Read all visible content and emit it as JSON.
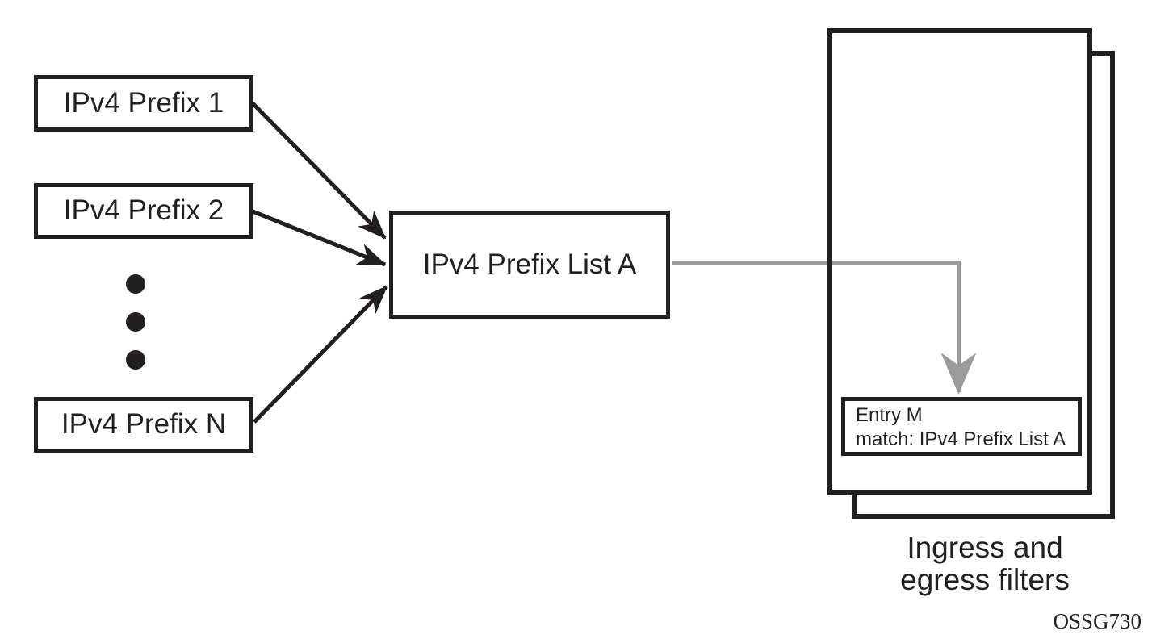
{
  "colors": {
    "ink": "#231f20",
    "gray": "#9b9b9b",
    "background": "#ffffff"
  },
  "diagram": {
    "source_boxes": [
      {
        "label": "IPv4 Prefix 1"
      },
      {
        "label": "IPv4 Prefix 2"
      },
      {
        "label": "IPv4 Prefix N"
      }
    ],
    "ellipsis": {
      "icon": "vertical-ellipsis-icon",
      "dot_count": 3
    },
    "prefix_list_box": {
      "label": "IPv4 Prefix List A"
    },
    "filter_entry_box": {
      "line1": "Entry M",
      "line2": "match: IPv4 Prefix List A"
    },
    "filters_caption": {
      "line1": "Ingress and",
      "line2": "egress filters"
    },
    "figure_id": "OSSG730"
  }
}
